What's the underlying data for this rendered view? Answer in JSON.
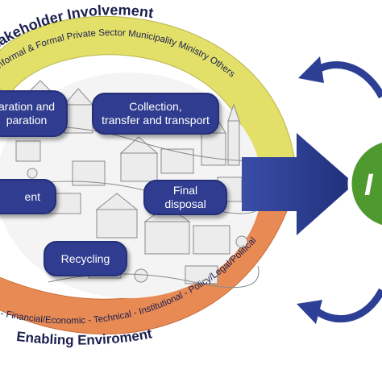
{
  "top_arc": {
    "title": "Stakeholder Involvement",
    "subtitle": "s  Informal & Formal Private Sector  Municipality  Ministry Others"
  },
  "bottom_arc": {
    "subtitle": "- Financial/Economic - Technical - Institutional - Policy/Legal/Political",
    "title": "Enabling Enviroment"
  },
  "boxes": {
    "separation": {
      "line1": "aration and",
      "line2": "paration"
    },
    "collection": {
      "line1": "Collection,",
      "line2": "transfer and transport"
    },
    "treatment": "ent",
    "final_disposal": "Final disposal",
    "recycling": "Recycling"
  },
  "impact_circle_text": "I",
  "colors": {
    "stakeholder_band": "#e3e06a",
    "enabling_band": "#e88a54",
    "box_fill": "#2f3c8f",
    "arrow_blue": "#273a8c",
    "impact_green": "#4f9a2e"
  },
  "icons": [
    "town-illustration",
    "right-arrow",
    "curved-return-arrow"
  ]
}
